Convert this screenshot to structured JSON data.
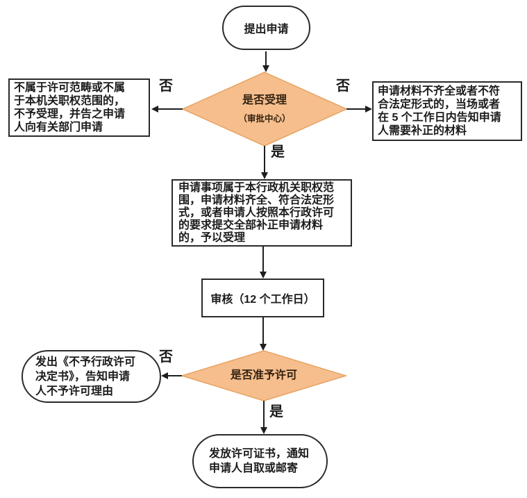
{
  "colors": {
    "diamond_fill": "#F6BE8D",
    "diamond_border": "#E8A262",
    "box_border": "#2a2a2a",
    "text": "#1b1b1b"
  },
  "nodes": {
    "start": {
      "label": "提出申请"
    },
    "accept_decision": {
      "title": "是否受理",
      "subtitle": "（审批中心）"
    },
    "reject_scope": {
      "lines": [
        "不属于许可范畴或不属",
        "于本机关职权范围的，",
        "不予受理，并告之申请",
        "人向有关部门申请"
      ]
    },
    "incomplete_materials": {
      "lines": [
        "申请材料不齐全或者不符",
        "合法定形式的，当场或者",
        "在 5 个工作日内告知申请",
        "人需要补正的材料"
      ]
    },
    "accepted": {
      "lines": [
        "申请事项属于本行政机关职权范",
        "围，申请材料齐全、符合法定形",
        "式，或者申请人按照本行政许可",
        "的要求提交全部补正申请材料",
        "的，予以受理"
      ]
    },
    "review": {
      "label": "审核（12 个工作日）"
    },
    "grant_decision": {
      "title": "是否准予许可"
    },
    "deny_notice": {
      "lines": [
        "发出《不予行政许可",
        "决定书》，告知申请",
        "人不予许可理由"
      ]
    },
    "issue_certificate": {
      "lines": [
        "发放许可证书，通知",
        "申请人自取或邮寄"
      ]
    }
  },
  "edge_labels": {
    "accept_no_left": "否",
    "accept_no_right": "否",
    "accept_yes": "是",
    "grant_no": "否",
    "grant_yes": "是"
  }
}
